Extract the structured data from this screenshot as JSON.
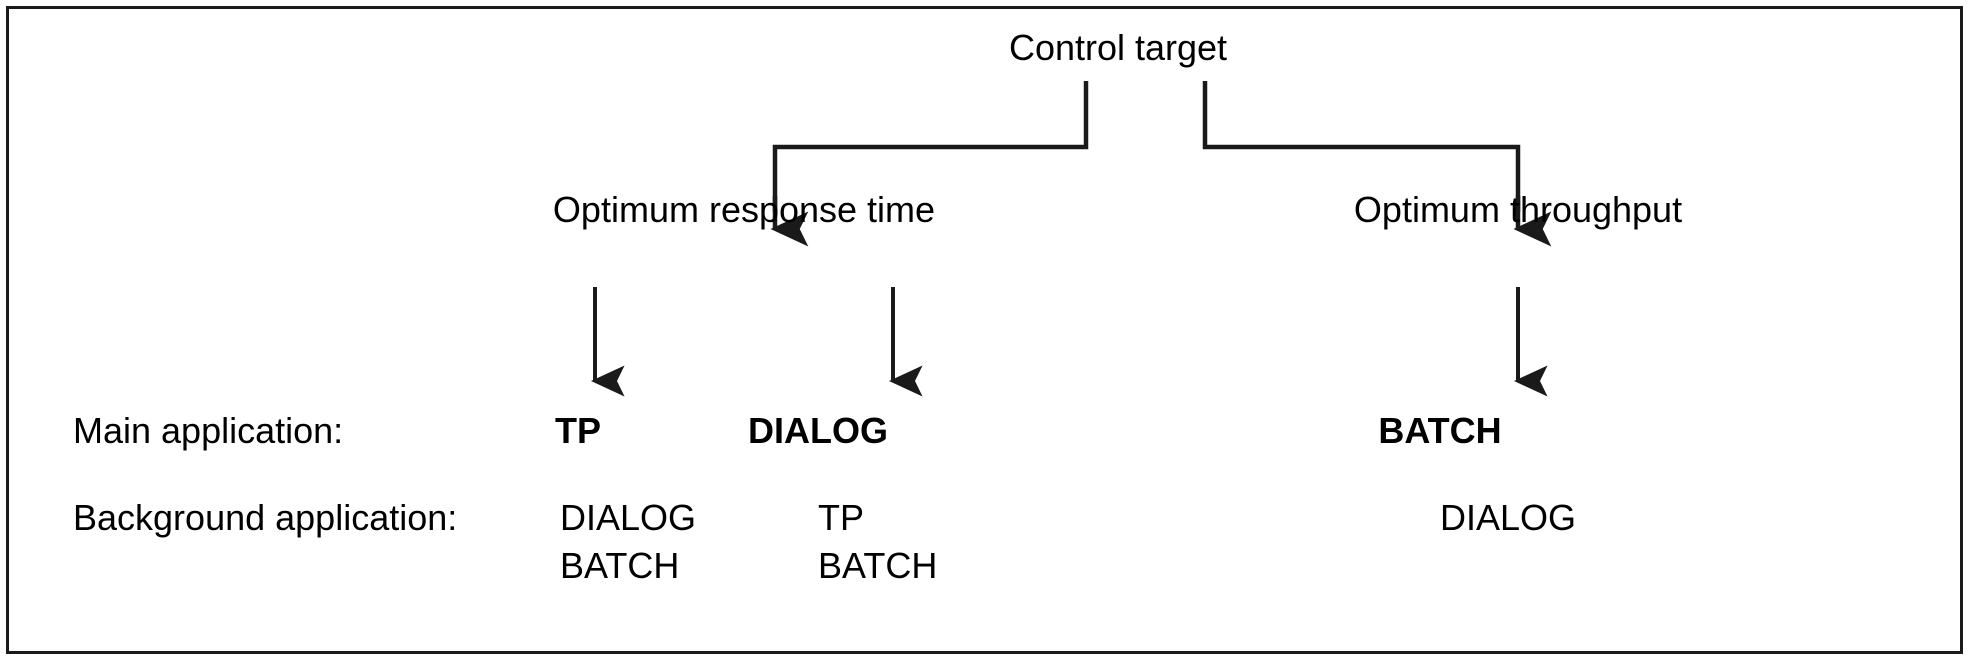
{
  "diagram": {
    "title": "Control target",
    "root": {
      "label": "Control target"
    },
    "branches": [
      {
        "label": "Optimum response time"
      },
      {
        "label": "Optimum throughput"
      }
    ],
    "row_labels": {
      "main_application": "Main application:",
      "background_application": "Background application:"
    },
    "columns": [
      {
        "main_application": "TP",
        "background_application": [
          "DIALOG",
          "BATCH"
        ]
      },
      {
        "main_application": "DIALOG",
        "background_application": [
          "TP",
          "BATCH"
        ]
      },
      {
        "main_application": "BATCH",
        "background_application": [
          "DIALOG"
        ]
      }
    ],
    "colors": {
      "line": "#1a1a1a",
      "text": "#000000",
      "background": "#ffffff",
      "border": "#1a1a1a"
    }
  }
}
